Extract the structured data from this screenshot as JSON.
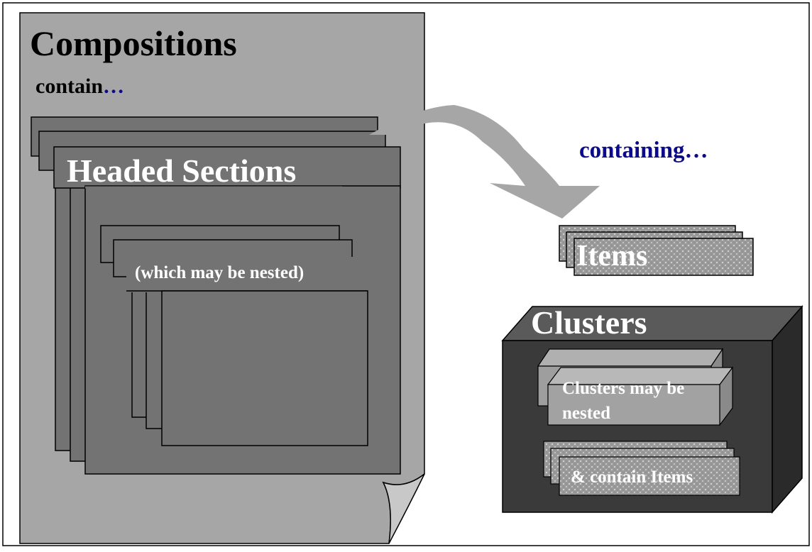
{
  "diagram": {
    "title": "Compositions",
    "contain_prefix": "contain",
    "contain_dots": "…",
    "sections_label": "Headed Sections",
    "nested_sections_label": "(which may be nested)",
    "containing_label": "containing…",
    "items_label": "Items",
    "clusters_label": "Clusters",
    "clusters_nested_label": "Clusters may be nested",
    "clusters_contain_items_label": "& contain Items"
  },
  "colors": {
    "composition_fill": "#a6a6a6",
    "section_fill": "#737373",
    "cluster_front": "#3a3a3a",
    "cluster_top": "#5a5a5a",
    "arrow_fill": "#a6a6a6",
    "item_fill": "#9a9a9a",
    "accent_blue": "#0a0a8a"
  }
}
